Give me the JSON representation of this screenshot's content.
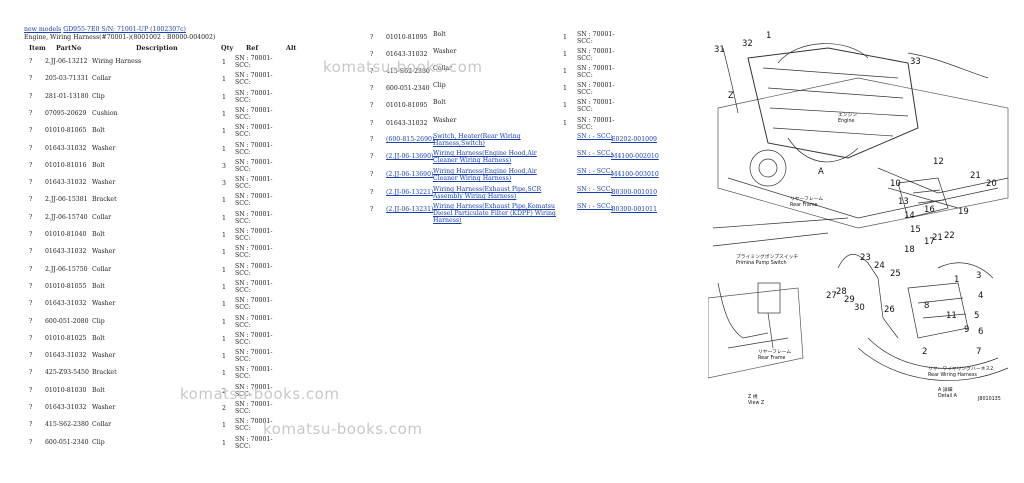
{
  "breadcrumb": [
    "new models",
    "GD955-7E0 S/N: 71001-UP (1002307c)"
  ],
  "subtitle": "Engine, Wiring Harness(#70001-)(8001002 : B0000-004002)",
  "headers": {
    "item": "Item",
    "partno": "PartNo",
    "description": "Description",
    "qty": "Qty",
    "ref": "Ref",
    "alt": "Alt"
  },
  "left_rows": [
    {
      "item": "?",
      "partno": "2.JJ-06-13212",
      "desc": "Wiring Harness",
      "qty": "1",
      "ref": "SN : 70001-SCC:"
    },
    {
      "item": "?",
      "partno": "205-03-71331",
      "desc": "Collar",
      "qty": "1",
      "ref": "SN : 70001-SCC:"
    },
    {
      "item": "?",
      "partno": "281-01-13180",
      "desc": "Clip",
      "qty": "1",
      "ref": "SN : 70001-SCC:"
    },
    {
      "item": "?",
      "partno": "07095-20629",
      "desc": "Cushion",
      "qty": "1",
      "ref": "SN : 70001-SCC:"
    },
    {
      "item": "?",
      "partno": "01010-81065",
      "desc": "Bolt",
      "qty": "1",
      "ref": "SN : 70001-SCC:"
    },
    {
      "item": "?",
      "partno": "01643-31032",
      "desc": "Washer",
      "qty": "1",
      "ref": "SN : 70001-SCC:"
    },
    {
      "item": "?",
      "partno": "01010-81016",
      "desc": "Bolt",
      "qty": "3",
      "ref": "SN : 70001-SCC:"
    },
    {
      "item": "?",
      "partno": "01643-31032",
      "desc": "Washer",
      "qty": "3",
      "ref": "SN : 70001-SCC:"
    },
    {
      "item": "?",
      "partno": "2.JJ-06-15381",
      "desc": "Bracket",
      "qty": "1",
      "ref": "SN : 70001-SCC:"
    },
    {
      "item": "?",
      "partno": "2.JJ-06-15740",
      "desc": "Collar",
      "qty": "1",
      "ref": "SN : 70001-SCC:"
    },
    {
      "item": "?",
      "partno": "01010-81040",
      "desc": "Bolt",
      "qty": "1",
      "ref": "SN : 70001-SCC:"
    },
    {
      "item": "?",
      "partno": "01643-31032",
      "desc": "Washer",
      "qty": "1",
      "ref": "SN : 70001-SCC:"
    },
    {
      "item": "?",
      "partno": "2.JJ-06-15750",
      "desc": "Collar",
      "qty": "1",
      "ref": "SN : 70001-SCC:"
    },
    {
      "item": "?",
      "partno": "01010-81055",
      "desc": "Bolt",
      "qty": "1",
      "ref": "SN : 70001-SCC:"
    },
    {
      "item": "?",
      "partno": "01643-31032",
      "desc": "Washer",
      "qty": "1",
      "ref": "SN : 70001-SCC:"
    },
    {
      "item": "?",
      "partno": "600-051-2080",
      "desc": "Clip",
      "qty": "1",
      "ref": "SN : 70001-SCC:"
    },
    {
      "item": "?",
      "partno": "01010-81025",
      "desc": "Bolt",
      "qty": "1",
      "ref": "SN : 70001-SCC:"
    },
    {
      "item": "?",
      "partno": "01643-31032",
      "desc": "Washer",
      "qty": "1",
      "ref": "SN : 70001-SCC:"
    },
    {
      "item": "?",
      "partno": "425-Z93-5450",
      "desc": "Bracket",
      "qty": "1",
      "ref": "SN : 70001-SCC:"
    },
    {
      "item": "?",
      "partno": "01010-81030",
      "desc": "Bolt",
      "qty": "2",
      "ref": "SN : 70001-SCC:"
    },
    {
      "item": "?",
      "partno": "01643-31032",
      "desc": "Washer",
      "qty": "2",
      "ref": "SN : 70001-SCC:"
    },
    {
      "item": "?",
      "partno": "415-S62-2380",
      "desc": "Collar",
      "qty": "1",
      "ref": "SN : 70001-SCC:"
    },
    {
      "item": "?",
      "partno": "600-051-2340",
      "desc": "Clip",
      "qty": "1",
      "ref": "SN : 70001-SCC:"
    }
  ],
  "right_rows": [
    {
      "item": "?",
      "partno": "01010-81095",
      "desc": "Bolt",
      "qty": "1",
      "ref": "SN : 70001-SCC:",
      "alt": "",
      "link": false
    },
    {
      "item": "?",
      "partno": "01643-31032",
      "desc": "Washer",
      "qty": "1",
      "ref": "SN : 70001-SCC:",
      "alt": "",
      "link": false
    },
    {
      "item": "?",
      "partno": "415-S62-2380",
      "desc": "Collar",
      "qty": "1",
      "ref": "SN : 70001-SCC:",
      "alt": "",
      "link": false
    },
    {
      "item": "?",
      "partno": "600-051-2340",
      "desc": "Clip",
      "qty": "1",
      "ref": "SN : 70001-SCC:",
      "alt": "",
      "link": false
    },
    {
      "item": "?",
      "partno": "01010-81095",
      "desc": "Bolt",
      "qty": "1",
      "ref": "SN : 70001-SCC:",
      "alt": "",
      "link": false
    },
    {
      "item": "?",
      "partno": "01643-31032",
      "desc": "Washer",
      "qty": "1",
      "ref": "SN : 70001-SCC:",
      "alt": "",
      "link": false
    },
    {
      "item": "?",
      "partno": "(600-815-2690)",
      "desc": "Switch, Heater(Rear Wiring Harness,Switch)",
      "qty": "",
      "ref": "SN : - SCC:",
      "alt": "E0202-001009",
      "link": true
    },
    {
      "item": "?",
      "partno": "(2.JJ-06-13690)",
      "desc": "Wiring Harness(Engine Hood,Air Cleaner Wiring Harness)",
      "qty": "",
      "ref": "SN : - SCC:",
      "alt": "M4100-002010",
      "link": true
    },
    {
      "item": "?",
      "partno": "(2.JJ-06-13690)",
      "desc": "Wiring Harness(Engine Hood,Air Cleaner Wiring Harness)",
      "qty": "",
      "ref": "SN : - SCC:",
      "alt": "M4100-003010",
      "link": true
    },
    {
      "item": "?",
      "partno": "(2.JJ-06-13221)",
      "desc": "Wiring Harness(Exhaust Pipe,SCR Assembly Wiring Harness)",
      "qty": "",
      "ref": "SN : - SCC:",
      "alt": "B0300-001010",
      "link": true
    },
    {
      "item": "?",
      "partno": "(2.JJ-06-13231)",
      "desc": "Wiring Harness(Exhaust Pipe,Komatsu Diesel Particulate Filter (KDPF) Wiring Harness)",
      "qty": "",
      "ref": "SN : - SCC:",
      "alt": "B0300-001011",
      "link": true
    }
  ],
  "watermarks": [
    "komatsu-books.com",
    "komatsu-books.com",
    "komatsu-books.com"
  ],
  "diagram": {
    "callouts": [
      "31",
      "32",
      "1",
      "33",
      "Z",
      "A",
      "10",
      "12",
      "13",
      "21",
      "20",
      "14",
      "15",
      "16",
      "19",
      "17",
      "18",
      "22",
      "23",
      "24",
      "25",
      "26",
      "27",
      "28",
      "29",
      "30",
      "2",
      "3",
      "4",
      "5",
      "6",
      "7",
      "8",
      "9",
      "11",
      "21",
      "1"
    ],
    "labels": [
      "エンジン",
      "Engine",
      "リヤーフレーム",
      "Rear Frame",
      "プライミングポンプスイッチ",
      "Primina Pump Switch",
      "リヤーフレーム",
      "Rear Frame",
      "Z 視",
      "View Z",
      "リヤーワイヤリングハーネス2",
      "Rear Wiring Harness",
      "A 詳細",
      "Detail A",
      "J8010135"
    ]
  }
}
